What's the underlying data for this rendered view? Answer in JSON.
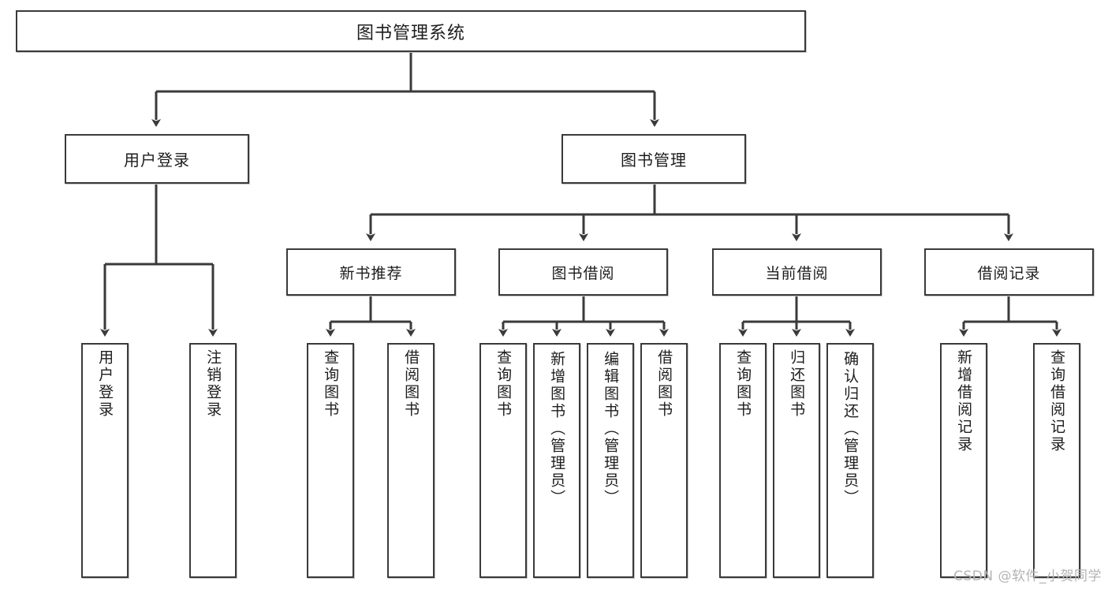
{
  "diagram": {
    "title": "图书管理系统",
    "type": "tree-hierarchy",
    "root": {
      "label": "图书管理系统"
    },
    "level2": [
      {
        "label": "用户登录"
      },
      {
        "label": "图书管理"
      }
    ],
    "level3": [
      {
        "label": "新书推荐"
      },
      {
        "label": "图书借阅"
      },
      {
        "label": "当前借阅"
      },
      {
        "label": "借阅记录"
      }
    ],
    "leaves": {
      "user_login": [
        {
          "label": "用户登录"
        },
        {
          "label": "注销登录"
        }
      ],
      "new_book_recommend": [
        {
          "label": "查询图书"
        },
        {
          "label": "借阅图书"
        }
      ],
      "book_borrow": [
        {
          "label": "查询图书"
        },
        {
          "label": "新增图书（管理员）"
        },
        {
          "label": "编辑图书（管理员）"
        },
        {
          "label": "借阅图书"
        }
      ],
      "current_borrow": [
        {
          "label": "查询图书"
        },
        {
          "label": "归还图书"
        },
        {
          "label": "确认归还（管理员）"
        }
      ],
      "borrow_record": [
        {
          "label": "新增借阅记录"
        },
        {
          "label": "查询借阅记录"
        }
      ]
    }
  },
  "watermark": {
    "text": "CSDN @软件_小贺同学"
  },
  "colors": {
    "border": "#3a3a3a",
    "background": "#ffffff",
    "text": "#1d1d1d",
    "watermark": "#b4b4b4"
  }
}
